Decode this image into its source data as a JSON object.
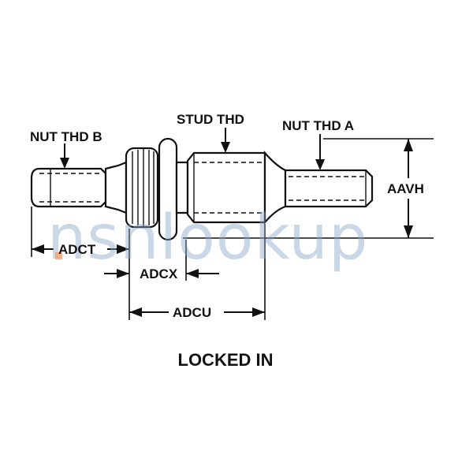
{
  "labels": {
    "nut_thd_b": "NUT THD B",
    "stud_thd": "STUD THD",
    "nut_thd_a": "NUT THD A",
    "aavh": "AAVH",
    "adct": "ADCT",
    "adcx": "ADCX",
    "adcu": "ADCU"
  },
  "title": "LOCKED IN",
  "watermark": "nsnlookup"
}
